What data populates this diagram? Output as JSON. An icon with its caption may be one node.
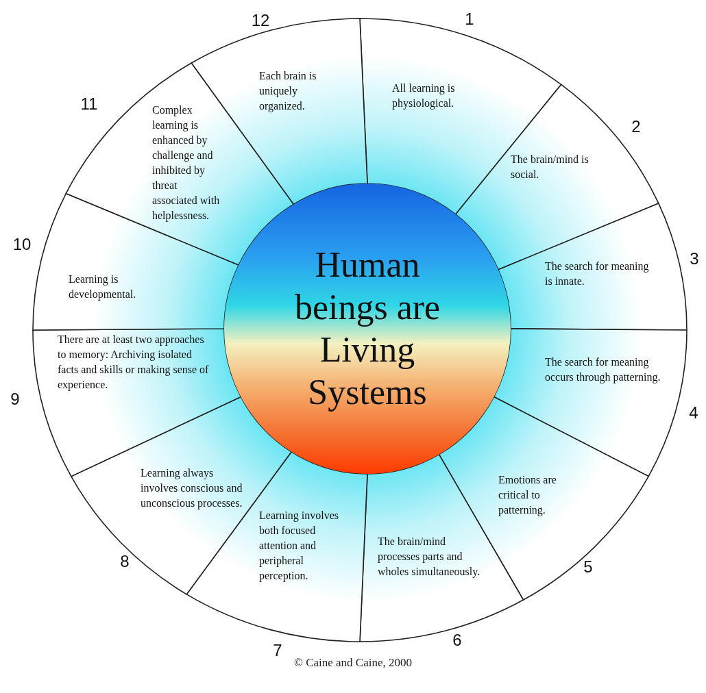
{
  "diagram": {
    "caption": "© Caine and Caine, 2000",
    "nodes": [
      {
        "text": [
          "Human beings are Living Systems"
        ]
      },
      {
        "text": [
          "All learning is physiological."
        ],
        "beside": [
          "1"
        ]
      },
      {
        "text": [
          "The brain/mind is social."
        ],
        "beside": [
          "2"
        ]
      },
      {
        "text": [
          "The search for meaning is innate."
        ],
        "beside": [
          "3"
        ]
      },
      {
        "text": [
          "The search for meaning occurs through patterning."
        ],
        "beside": [
          "4"
        ]
      },
      {
        "text": [
          "Emotions are critical to patterning."
        ],
        "beside": [
          "5"
        ]
      },
      {
        "text": [
          "The brain/mind processes parts and wholes simultaneously."
        ],
        "beside": [
          "6"
        ]
      },
      {
        "text": [
          "Learning involves both focused attention and peripheral perception."
        ],
        "beside": [
          "7"
        ]
      },
      {
        "text": [
          "Learning always involves conscious and unconscious processes."
        ],
        "beside": [
          "8"
        ]
      },
      {
        "text": [
          "There are at least two approaches to memory: Archiving isolated facts and skills or making sense of experience."
        ],
        "beside": [
          "9"
        ]
      },
      {
        "text": [
          "Learning is developmental."
        ],
        "beside": [
          "10"
        ]
      },
      {
        "text": [
          "Complex learning is enhanced by challenge and inhibited by threat associated with helplessness."
        ],
        "beside": [
          "11"
        ]
      },
      {
        "text": [
          "Each brain is uniquely organized."
        ],
        "beside": [
          "12"
        ]
      }
    ]
  }
}
